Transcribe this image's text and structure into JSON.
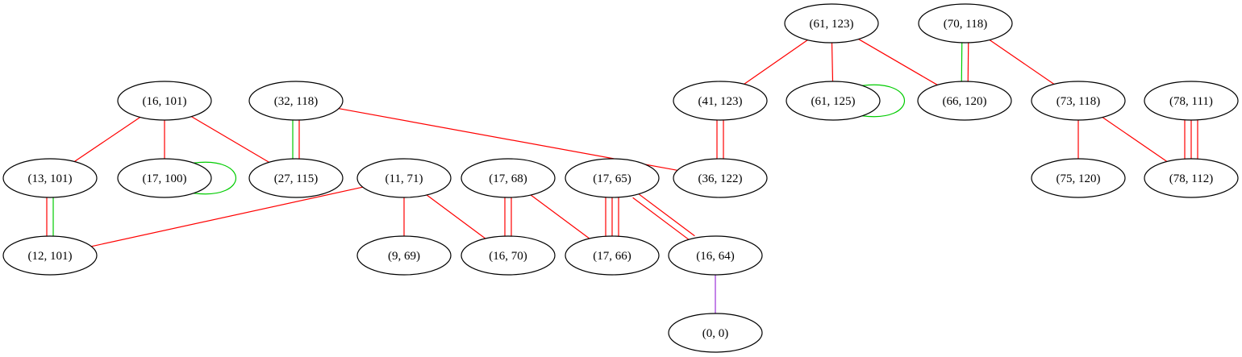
{
  "colors": {
    "red": "#ff0000",
    "green": "#00cc00",
    "purple": "#9b30d9"
  },
  "nodes": [
    {
      "id": "61_123",
      "label": "(61, 123)"
    },
    {
      "id": "70_118",
      "label": "(70, 118)"
    },
    {
      "id": "16_101",
      "label": "(16, 101)"
    },
    {
      "id": "32_118",
      "label": "(32, 118)"
    },
    {
      "id": "41_123",
      "label": "(41, 123)"
    },
    {
      "id": "61_125",
      "label": "(61, 125)"
    },
    {
      "id": "66_120",
      "label": "(66, 120)"
    },
    {
      "id": "73_118",
      "label": "(73, 118)"
    },
    {
      "id": "78_111",
      "label": "(78, 111)"
    },
    {
      "id": "13_101",
      "label": "(13, 101)"
    },
    {
      "id": "17_100",
      "label": "(17, 100)"
    },
    {
      "id": "27_115",
      "label": "(27, 115)"
    },
    {
      "id": "11_71",
      "label": "(11, 71)"
    },
    {
      "id": "17_68",
      "label": "(17, 68)"
    },
    {
      "id": "17_65",
      "label": "(17, 65)"
    },
    {
      "id": "36_122",
      "label": "(36, 122)"
    },
    {
      "id": "75_120",
      "label": "(75, 120)"
    },
    {
      "id": "78_112",
      "label": "(78, 112)"
    },
    {
      "id": "12_101",
      "label": "(12, 101)"
    },
    {
      "id": "9_69",
      "label": "(9, 69)"
    },
    {
      "id": "16_70",
      "label": "(16, 70)"
    },
    {
      "id": "17_66",
      "label": "(17, 66)"
    },
    {
      "id": "16_64",
      "label": "(16, 64)"
    },
    {
      "id": "0_0",
      "label": "(0, 0)"
    }
  ],
  "edges": [
    {
      "from": "61_123",
      "to": "41_123",
      "colors": [
        "red"
      ]
    },
    {
      "from": "61_123",
      "to": "61_125",
      "colors": [
        "red"
      ]
    },
    {
      "from": "61_123",
      "to": "66_120",
      "colors": [
        "red"
      ]
    },
    {
      "from": "70_118",
      "to": "66_120",
      "colors": [
        "red",
        "green"
      ]
    },
    {
      "from": "70_118",
      "to": "73_118",
      "colors": [
        "red"
      ]
    },
    {
      "from": "16_101",
      "to": "13_101",
      "colors": [
        "red"
      ]
    },
    {
      "from": "16_101",
      "to": "17_100",
      "colors": [
        "red"
      ]
    },
    {
      "from": "16_101",
      "to": "27_115",
      "colors": [
        "red"
      ]
    },
    {
      "from": "32_118",
      "to": "27_115",
      "colors": [
        "red",
        "green"
      ]
    },
    {
      "from": "32_118",
      "to": "36_122",
      "colors": [
        "red"
      ]
    },
    {
      "from": "41_123",
      "to": "36_122",
      "colors": [
        "red",
        "red"
      ]
    },
    {
      "from": "73_118",
      "to": "75_120",
      "colors": [
        "red"
      ]
    },
    {
      "from": "73_118",
      "to": "78_112",
      "colors": [
        "red"
      ]
    },
    {
      "from": "78_111",
      "to": "78_112",
      "colors": [
        "red",
        "red",
        "red"
      ]
    },
    {
      "from": "13_101",
      "to": "12_101",
      "colors": [
        "green",
        "red"
      ]
    },
    {
      "from": "11_71",
      "to": "12_101",
      "colors": [
        "red"
      ]
    },
    {
      "from": "11_71",
      "to": "9_69",
      "colors": [
        "red"
      ]
    },
    {
      "from": "11_71",
      "to": "16_70",
      "colors": [
        "red"
      ]
    },
    {
      "from": "17_68",
      "to": "16_70",
      "colors": [
        "red",
        "red"
      ]
    },
    {
      "from": "17_68",
      "to": "17_66",
      "colors": [
        "red"
      ]
    },
    {
      "from": "17_65",
      "to": "17_66",
      "colors": [
        "red",
        "red",
        "red"
      ]
    },
    {
      "from": "17_65",
      "to": "16_64",
      "colors": [
        "red",
        "red"
      ]
    },
    {
      "from": "16_64",
      "to": "0_0",
      "colors": [
        "purple"
      ]
    },
    {
      "from": "61_125",
      "to": "61_125",
      "colors": [
        "green"
      ]
    },
    {
      "from": "17_100",
      "to": "17_100",
      "colors": [
        "green"
      ]
    }
  ]
}
